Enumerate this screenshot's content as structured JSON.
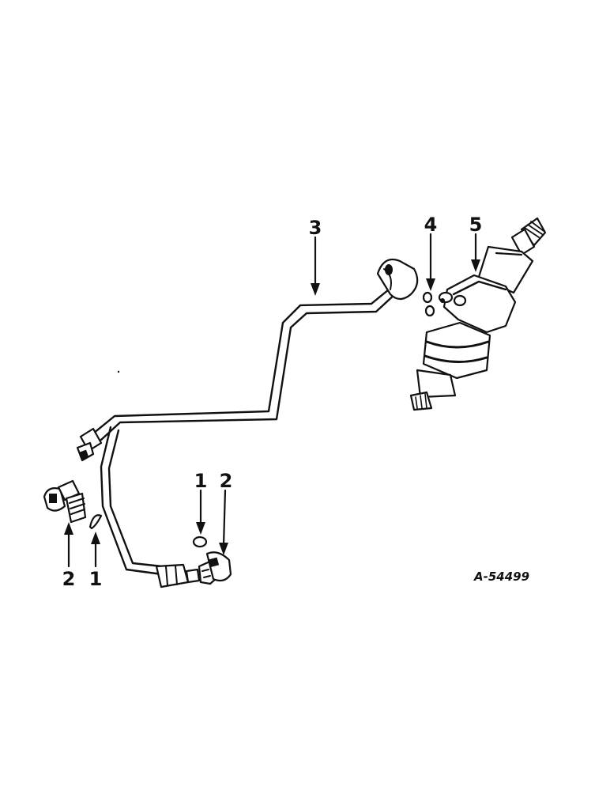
{
  "figure_number": "A-54499",
  "callouts": [
    {
      "id": "c3",
      "label": "3"
    },
    {
      "id": "c4",
      "label": "4"
    },
    {
      "id": "c5",
      "label": "5"
    },
    {
      "id": "c1a",
      "label": "1"
    },
    {
      "id": "c2a",
      "label": "2"
    },
    {
      "id": "c2b",
      "label": "2"
    },
    {
      "id": "c1b",
      "label": "1"
    }
  ],
  "colors": {
    "ink": "#111111",
    "paper": "#ffffff"
  }
}
